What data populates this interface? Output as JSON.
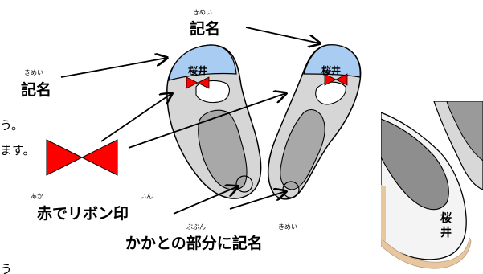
{
  "labels": {
    "top_kimei": "記名",
    "top_kimei_ruby": "きめい",
    "left_kimei": "記名",
    "left_kimei_ruby": "きめい",
    "fragment_1": "う。",
    "fragment_2": "ます。",
    "fragment_3": "う",
    "ribbon_label": "赤でリボン印",
    "ribbon_ruby_aka": "あか",
    "ribbon_ruby_in": "いん",
    "heel_label": "かかとの部分に記名",
    "heel_ruby_bubun": "ぶぶん",
    "heel_ruby_kimei": "きめい"
  },
  "shoe_names": {
    "left_shoe": "桜井",
    "right_shoe": "桜井",
    "photo_shoe_line1": "桜",
    "photo_shoe_line2": "井"
  },
  "colors": {
    "toe_blue": "#a9cdf2",
    "ribbon_red": "#ff0000",
    "sole_gray": "#a8a8a8",
    "insole_light": "#d6d6d6",
    "photo_trim": "#e8c7a0"
  }
}
